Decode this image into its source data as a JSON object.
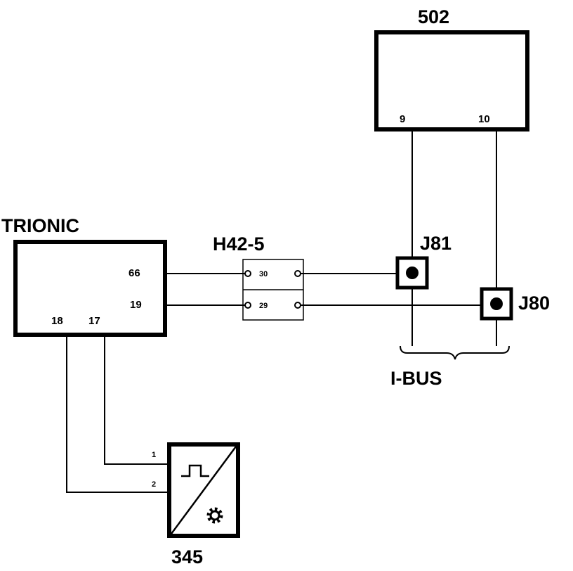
{
  "components": {
    "module_502": {
      "label": "502",
      "pins": [
        "9",
        "10"
      ]
    },
    "trionic": {
      "label": "TRIONIC",
      "pins": [
        "66",
        "19",
        "18",
        "17"
      ]
    },
    "connector_h42": {
      "label": "H42-5",
      "terminals": [
        "30",
        "29"
      ]
    },
    "junction_j81": {
      "label": "J81"
    },
    "junction_j80": {
      "label": "J80"
    },
    "sensor_345": {
      "label": "345",
      "pins": [
        "1",
        "2"
      ]
    }
  },
  "bus": {
    "label": "I-BUS"
  },
  "colors": {
    "line": "#000000",
    "background": "#ffffff"
  }
}
